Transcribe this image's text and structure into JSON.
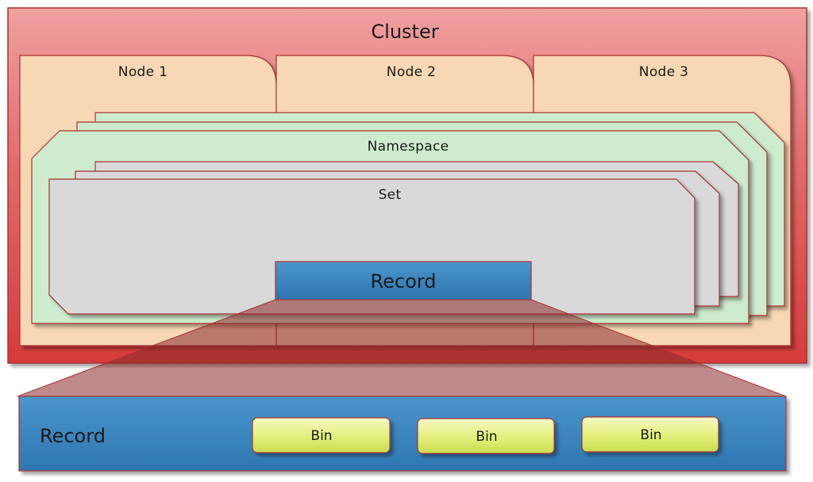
{
  "cluster": {
    "label": "Cluster"
  },
  "nodes": [
    {
      "label": "Node 1"
    },
    {
      "label": "Node 2"
    },
    {
      "label": "Node 3"
    }
  ],
  "namespace": {
    "label": "Namespace"
  },
  "set": {
    "label": "Set"
  },
  "record_box": {
    "label": "Record"
  },
  "record_detail": {
    "label": "Record",
    "bins": [
      {
        "label": "Bin"
      },
      {
        "label": "Bin"
      },
      {
        "label": "Bin"
      }
    ]
  },
  "colors": {
    "cluster": "#e06a6a",
    "node": "#f8d8b4",
    "namespace": "#cdebcd",
    "set": "#d9d9d9",
    "record": "#3a86bf",
    "bin": "#e2f07a",
    "border": "#a83232"
  }
}
